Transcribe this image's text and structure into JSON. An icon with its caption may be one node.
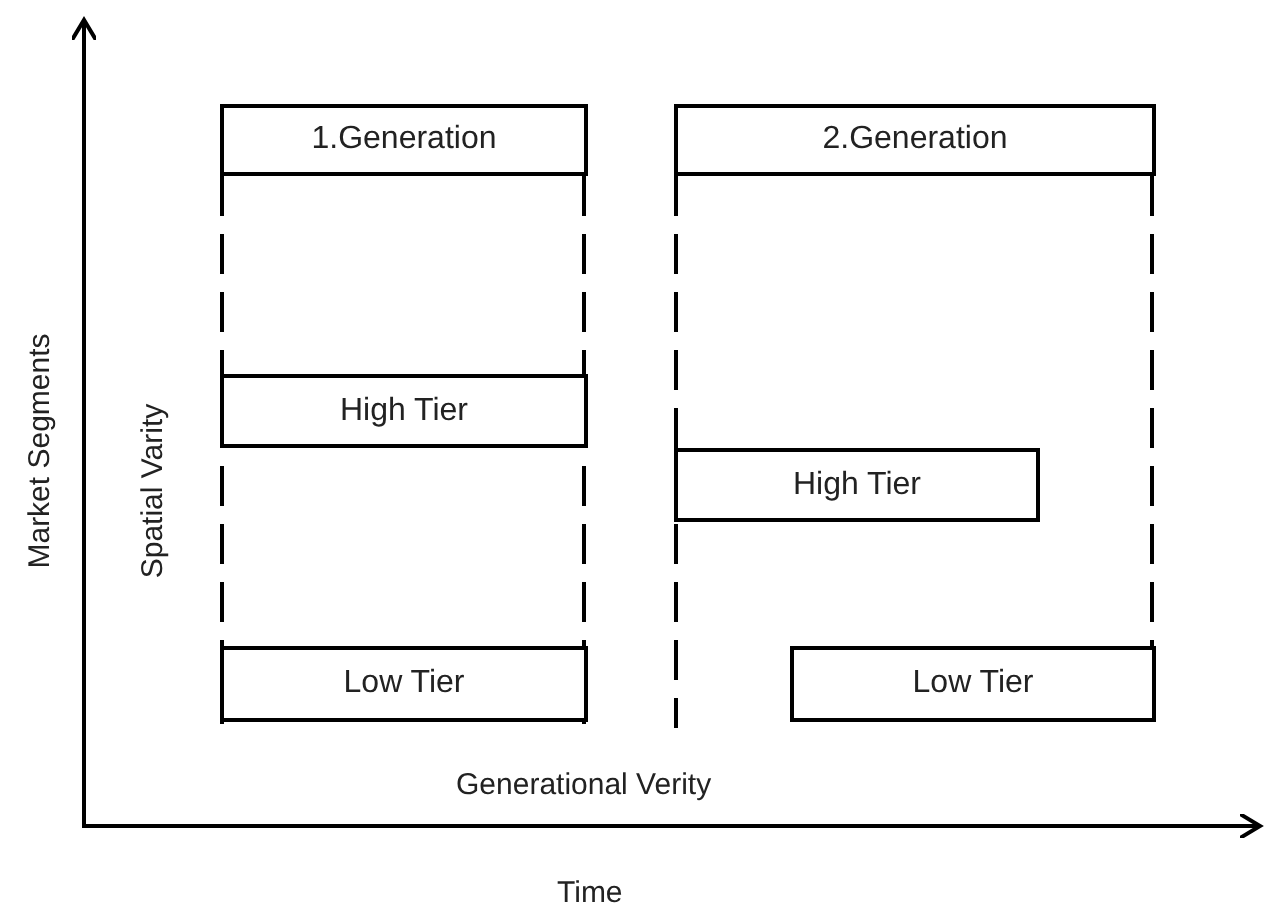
{
  "diagram": {
    "nodes": [
      {
        "text": [
          "1.Generation"
        ]
      },
      {
        "text": [
          "High Tier"
        ]
      },
      {
        "text": [
          "Low Tier"
        ]
      },
      {
        "text": [
          "2.Generation"
        ]
      },
      {
        "text": [
          "High Tier"
        ]
      },
      {
        "text": [
          "Low Tier"
        ]
      }
    ],
    "edges": [],
    "labels": [
      "Market Segments",
      "Spatial Varity",
      "Generational Verity",
      "Time"
    ]
  }
}
